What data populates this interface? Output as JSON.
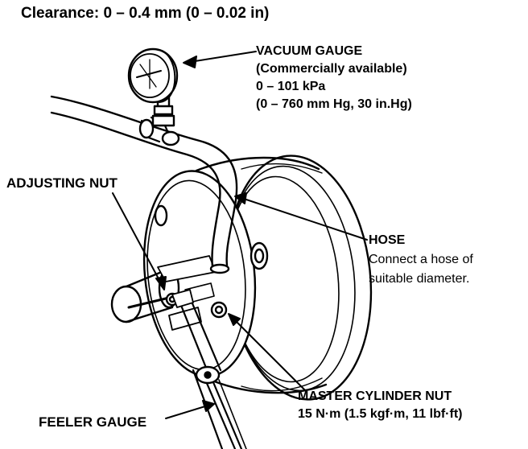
{
  "title": "Clearance: 0 – 0.4 mm (0 – 0.02 in)",
  "labels": {
    "vacuum_gauge": {
      "name": "VACUUM GAUGE",
      "note": "(Commercially available)",
      "range_kpa": "0 – 101 kPa",
      "range_other": "(0 – 760 mm Hg, 30 in.Hg)"
    },
    "adjusting_nut": "ADJUSTING NUT",
    "hose": {
      "name": "HOSE",
      "line1": "Connect a hose of",
      "line2": "suitable diameter."
    },
    "master_cylinder_nut": {
      "name": "MASTER CYLINDER NUT",
      "torque": "15 N·m (1.5 kgf·m, 11 lbf·ft)"
    },
    "feeler_gauge": "FEELER GAUGE"
  },
  "colors": {
    "ink": "#000000",
    "paper": "#ffffff"
  }
}
